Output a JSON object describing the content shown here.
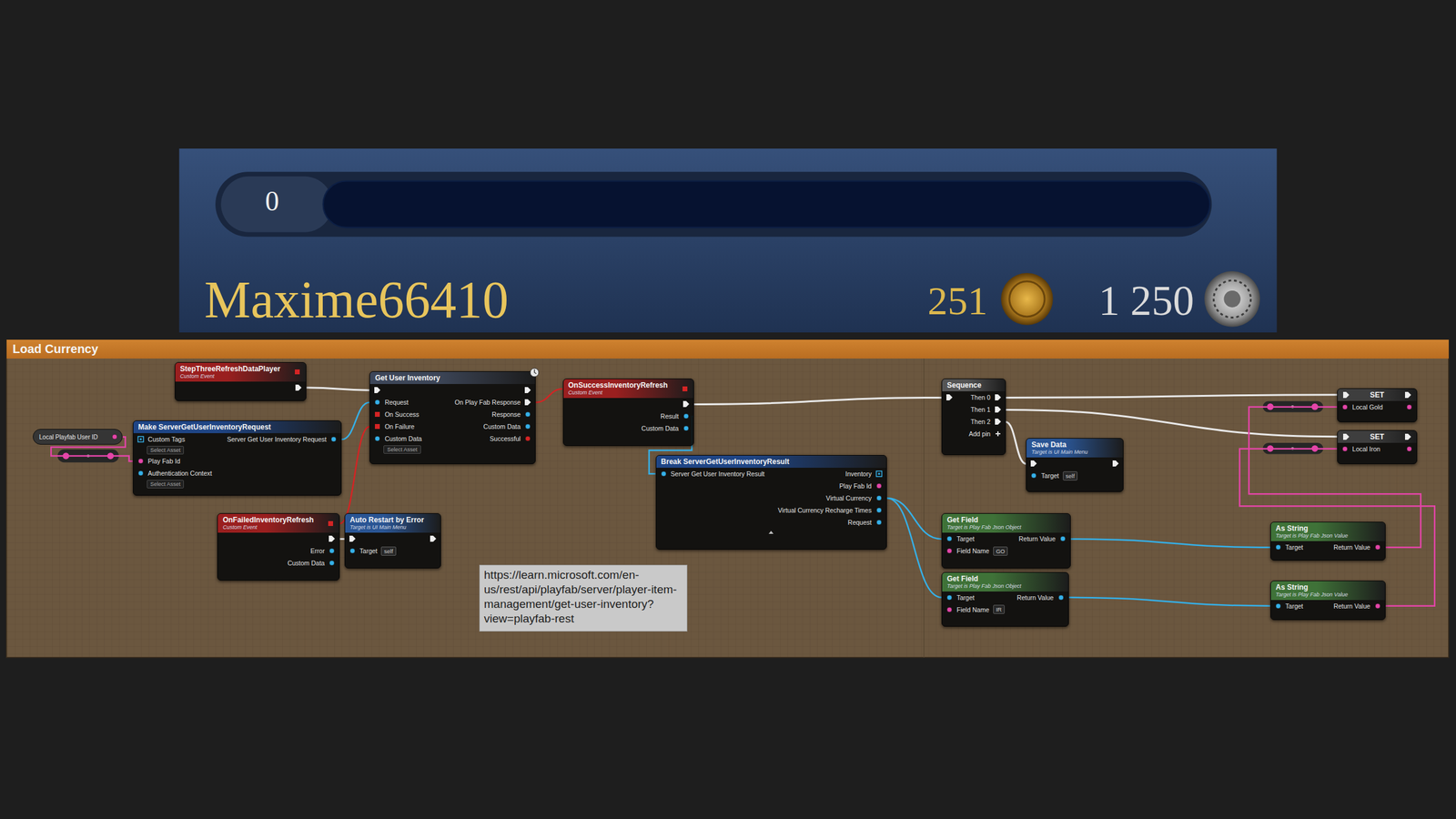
{
  "diagram": {
    "nodes": [
      {
        "text": [
          "0",
          "Maxime66410",
          "251",
          "1 250"
        ]
      },
      {
        "text": [
          "Load Currency"
        ]
      },
      {
        "text": [
          "StepThreeRefreshDataPlayer",
          "Custom Event"
        ],
        "in": 1
      },
      {
        "text": [
          "Local Playfab User ID"
        ],
        "in": 1
      },
      {
        "text": [
          "Make ServerGetUserInventoryRequest",
          "Custom Tags",
          "Select Asset",
          "Server Get User Inventory Request",
          "Play Fab Id",
          "Authentication Context",
          "Select Asset"
        ],
        "in": 1
      },
      {
        "text": [
          "Get User Inventory",
          "Request",
          "On Play Fab Response",
          "On Success",
          "Response",
          "On Failure",
          "Custom Data",
          "Custom Data",
          "Successful",
          "Select Asset"
        ],
        "in": 1
      },
      {
        "text": [
          "OnSuccessInventoryRefresh",
          "Custom Event",
          "Result",
          "Custom Data"
        ],
        "in": 1
      },
      {
        "text": [
          "OnFailedInventoryRefresh",
          "Custom Event",
          "Error",
          "Custom Data"
        ],
        "in": 1
      },
      {
        "text": [
          "Auto Restart by Error",
          "Target is UI Main Menu",
          "Target",
          "self"
        ],
        "in": 1
      },
      {
        "text": [
          "Break ServerGetUserInventoryResult",
          "Server Get User Inventory Result",
          "Inventory",
          "Play Fab Id",
          "Virtual Currency",
          "Virtual Currency Recharge Times",
          "Request"
        ],
        "in": 1
      },
      {
        "text": [
          "https://learn.microsoft.com/en-us/rest/api/playfab/server/player-item-management/get-user-inventory?view=playfab-rest"
        ],
        "in": 1
      },
      {
        "text": [
          "Sequence",
          "Then 0",
          "Then 1",
          "Then 2",
          "Add pin"
        ],
        "in": 1
      },
      {
        "text": [
          "Save Data",
          "Target is UI Main Menu",
          "Target",
          "self"
        ],
        "in": 1
      },
      {
        "text": [
          "Get Field",
          "Target is Play Fab Json Object",
          "Target",
          "Return Value",
          "Field Name",
          "GO"
        ],
        "in": 1
      },
      {
        "text": [
          "Get Field",
          "Target is Play Fab Json Object",
          "Target",
          "Return Value",
          "Field Name",
          "IR"
        ],
        "in": 1
      },
      {
        "text": [
          "SET",
          "Local Gold"
        ],
        "in": 1
      },
      {
        "text": [
          "SET",
          "Local Iron"
        ],
        "in": 1
      },
      {
        "text": [
          "As String",
          "Target is Play Fab Json Value",
          "Target",
          "Return Value"
        ],
        "in": 1
      },
      {
        "text": [
          "As String",
          "Target is Play Fab Json Value",
          "Target",
          "Return Value"
        ],
        "in": 1
      }
    ],
    "edges": [
      {
        "from": 2,
        "to": 5,
        "arrow": "none"
      },
      {
        "from": 3,
        "to": 4,
        "arrow": "none"
      },
      {
        "from": 4,
        "to": 5,
        "arrow": "none"
      },
      {
        "from": 5,
        "to": 6,
        "arrow": "none"
      },
      {
        "from": 7,
        "to": 5,
        "arrow": "none"
      },
      {
        "from": 7,
        "to": 8,
        "arrow": "none"
      },
      {
        "from": 6,
        "to": 11,
        "arrow": "none"
      },
      {
        "from": 6,
        "to": 9,
        "arrow": "none"
      },
      {
        "from": 9,
        "to": 13,
        "arrow": "none"
      },
      {
        "from": 9,
        "to": 14,
        "arrow": "none"
      },
      {
        "from": 11,
        "to": 15,
        "arrow": "none"
      },
      {
        "from": 11,
        "to": 16,
        "arrow": "none"
      },
      {
        "from": 11,
        "to": 12,
        "arrow": "none"
      },
      {
        "from": 13,
        "to": 17,
        "arrow": "none"
      },
      {
        "from": 14,
        "to": 18,
        "arrow": "none"
      },
      {
        "from": 17,
        "to": 15,
        "arrow": "none"
      },
      {
        "from": 18,
        "to": 16,
        "arrow": "none"
      }
    ]
  }
}
